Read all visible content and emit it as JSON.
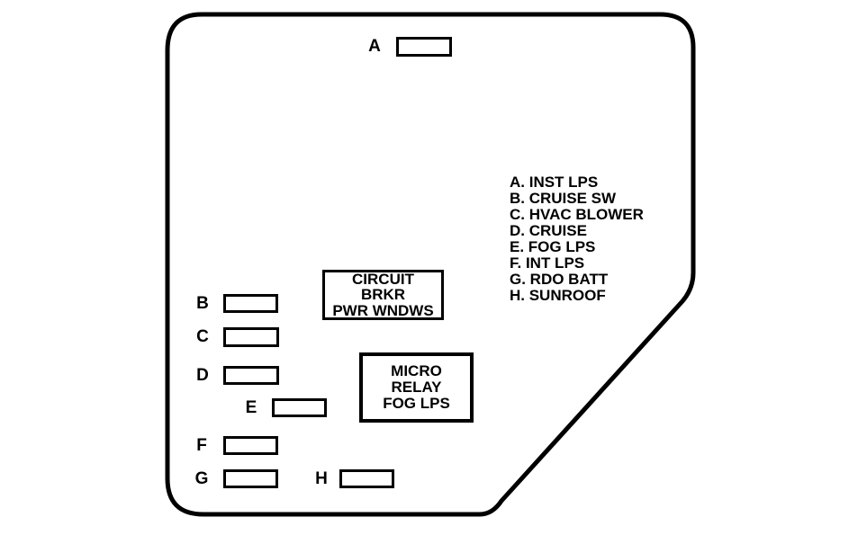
{
  "diagram": {
    "type": "fuse-panel-diagram",
    "background_color": "#ffffff",
    "line_color": "#000000",
    "fuse_slots": [
      {
        "label": "A"
      },
      {
        "label": "B"
      },
      {
        "label": "C"
      },
      {
        "label": "D"
      },
      {
        "label": "E"
      },
      {
        "label": "F"
      },
      {
        "label": "G"
      },
      {
        "label": "H"
      }
    ],
    "component_boxes": [
      {
        "name": "circuit-breaker",
        "lines": [
          "CIRCUIT",
          "BRKR",
          "PWR WNDWS"
        ]
      },
      {
        "name": "micro-relay",
        "lines": [
          "MICRO",
          "RELAY",
          "FOG LPS"
        ]
      }
    ],
    "legend": {
      "items": [
        "A. INST LPS",
        "B. CRUISE SW",
        "C. HVAC BLOWER",
        "D. CRUISE",
        "E. FOG LPS",
        "F. INT LPS",
        "G. RDO BATT",
        "H. SUNROOF"
      ]
    }
  }
}
